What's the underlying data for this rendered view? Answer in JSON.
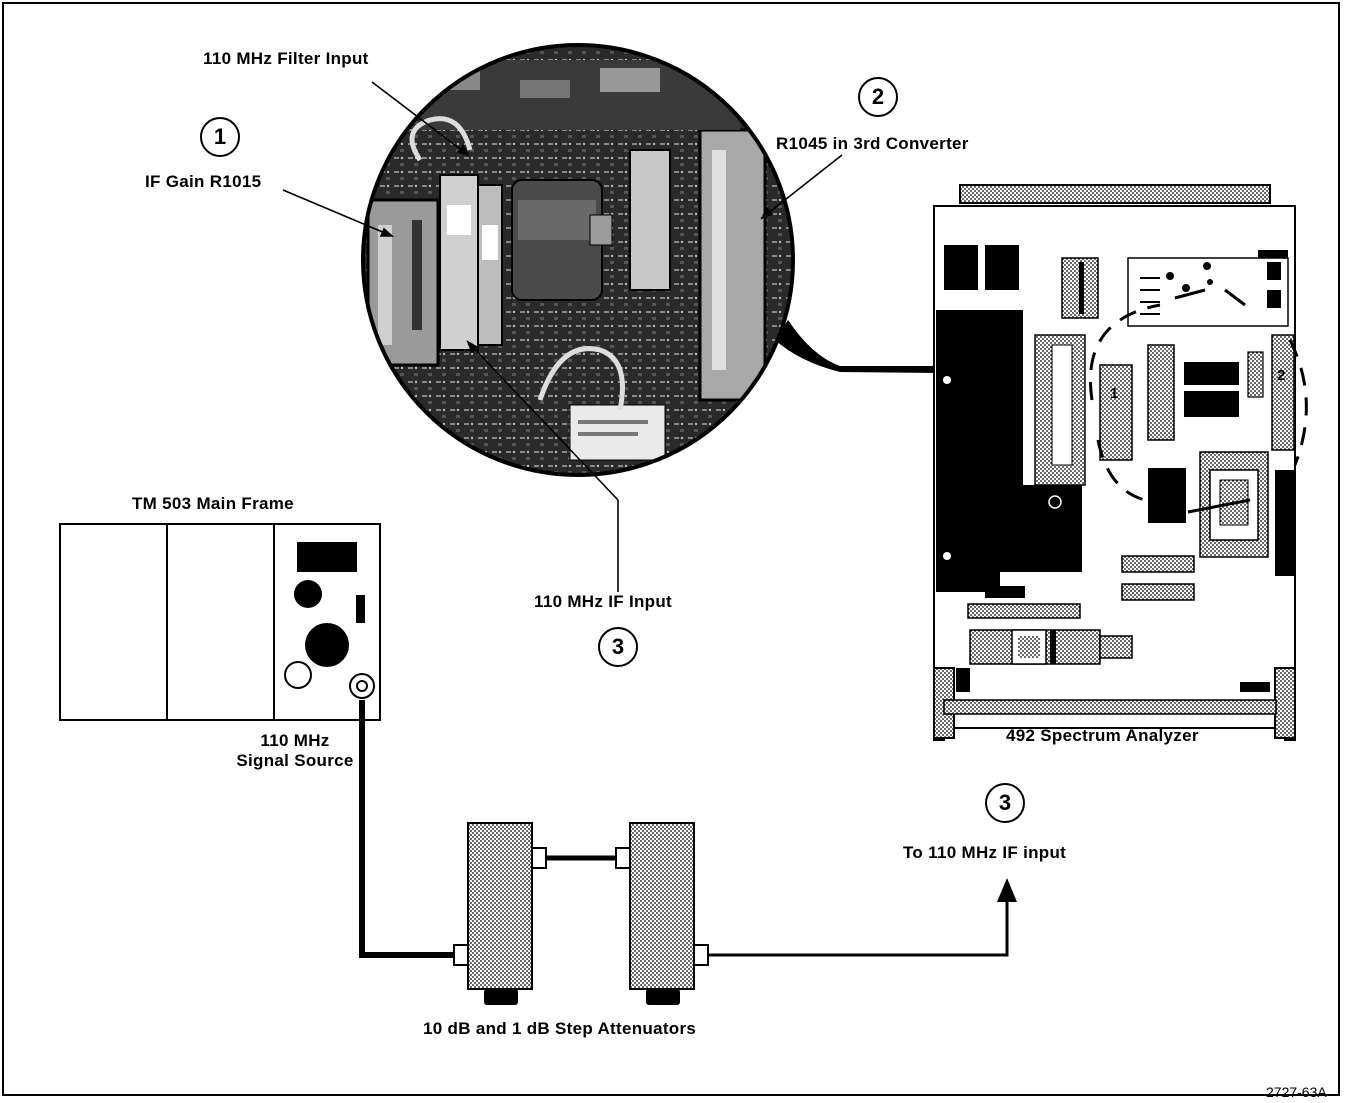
{
  "labels": {
    "filter_input": "110 MHz Filter Input",
    "if_gain": "IF Gain R1015",
    "r1045": "R1045 in 3rd Converter",
    "if_input": "110 MHz IF Input",
    "tm503": "TM 503 Main Frame",
    "signal_source": "110 MHz\nSignal Source",
    "analyzer": "492 Spectrum Analyzer",
    "to_if_input": "To 110 MHz IF input",
    "attenuators": "10 dB and 1 dB Step Attenuators",
    "analyzer_callout_1": "1",
    "analyzer_callout_2": "2"
  },
  "callouts": {
    "c1": "1",
    "c2": "2",
    "c3_photo": "3",
    "c3_cable": "3"
  },
  "figure_number": "2727-63A"
}
